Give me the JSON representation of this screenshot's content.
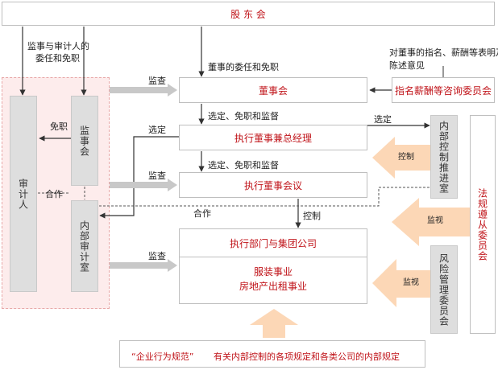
{
  "colors": {
    "red": "#c0141a",
    "gray_block": "#dedede",
    "peach_arrow": "#fcd7b6",
    "light_arrow": "#c8c8c8",
    "pink_zone": "#fdecec"
  },
  "nodes": {
    "shareholders": "股 东 会",
    "board": "董事会",
    "nomination": "指名薪酬等咨询委员会",
    "exec_director": "执行董事兼总经理",
    "exec_meeting": "执行董事会议",
    "departments": "执行部门与集团公司",
    "business_1": "服装事业",
    "business_2": "房地产出租事业",
    "auditor": "审计人",
    "supervisors": "监事会",
    "internal_audit": "内部审计室",
    "internal_control": "内部控制推进室",
    "compliance": "法规遵从委员会",
    "risk": "风险管理委员会",
    "rules_quote": "“企业行为规范”",
    "rules_text": "有关内部控制的各项规定和各类公司的内部规定"
  },
  "labels": {
    "appoint_supervisor_1": "监事与审计人的",
    "appoint_supervisor_2": "委任和免职",
    "appoint_director": "董事的委任和免职",
    "nomination_note_1": "对董事的指名、薪酬等表明及",
    "nomination_note_2": "陈述意见",
    "audit_1": "监查",
    "audit_2": "监查",
    "audit_3": "监查",
    "select_1": "选定、免职和监督",
    "select_2": "选定、免职和监督",
    "select_left": "选定",
    "select_right": "选定",
    "dismiss": "免职",
    "cooperate_1": "合作",
    "cooperate_2": "合作",
    "control_arrow": "控制",
    "control_down": "控制",
    "monitor_1": "监视",
    "monitor_2": "监视"
  }
}
